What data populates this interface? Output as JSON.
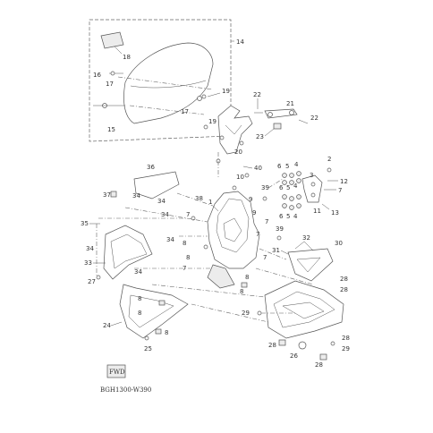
{
  "diagram": {
    "reference_code": "BGH1300-W390",
    "front_label": "FWD",
    "callouts": [
      "1",
      "2",
      "3",
      "4",
      "5",
      "6",
      "7",
      "8",
      "9",
      "10",
      "11",
      "12",
      "13",
      "14",
      "15",
      "16",
      "17",
      "18",
      "19",
      "20",
      "21",
      "22",
      "23",
      "24",
      "25",
      "26",
      "27",
      "28",
      "29",
      "30",
      "31",
      "32",
      "33",
      "34",
      "35",
      "36",
      "37",
      "38",
      "39",
      "40"
    ]
  }
}
